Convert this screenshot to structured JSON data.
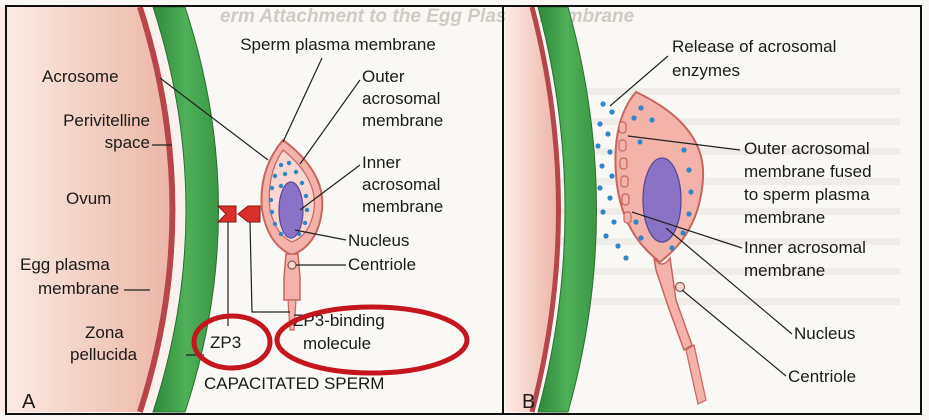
{
  "header_fragment": "erm Attachment to the Egg Plasma Membrane",
  "panel_a": {
    "letter": "A",
    "labels": {
      "sperm_plasma_membrane": "Sperm plasma membrane",
      "acrosome": "Acrosome",
      "outer_acrosomal_l1": "Outer",
      "outer_acrosomal_l2": "acrosomal",
      "outer_acrosomal_l3": "membrane",
      "perivitelline_l1": "Perivitelline",
      "perivitelline_l2": "space",
      "inner_acrosomal_l1": "Inner",
      "inner_acrosomal_l2": "acrosomal",
      "inner_acrosomal_l3": "membrane",
      "ovum": "Ovum",
      "nucleus": "Nucleus",
      "egg_plasma_l1": "Egg plasma",
      "egg_plasma_l2": "membrane",
      "centriole": "Centriole",
      "zp3_binding_l1": "ZP3-binding",
      "zp3_binding_l2": "molecule",
      "zona_l1": "Zona",
      "zona_l2": "pellucida",
      "zp3": "ZP3",
      "capacitated_sperm": "CAPACITATED SPERM"
    }
  },
  "panel_b": {
    "letter": "B",
    "labels": {
      "release_l1": "Release of acrosomal",
      "release_l2": "enzymes",
      "outer_fused_l1": "Outer acrosomal",
      "outer_fused_l2": "membrane fused",
      "outer_fused_l3": "to sperm plasma",
      "outer_fused_l4": "membrane",
      "inner_acrosomal_l1": "Inner acrosomal",
      "inner_acrosomal_l2": "membrane",
      "nucleus": "Nucleus",
      "centriole": "Centriole"
    }
  },
  "colors": {
    "zona_green": "#3fa049",
    "ovum_pink": "#f2c4b6",
    "egg_membrane": "#b8454a",
    "sperm_fill": "#f3b3aa",
    "nucleus_purple": "#8a73c6",
    "enzyme_blue": "#2f86c8",
    "zp3_red": "#d8312b",
    "highlight_red": "#c4161c"
  }
}
